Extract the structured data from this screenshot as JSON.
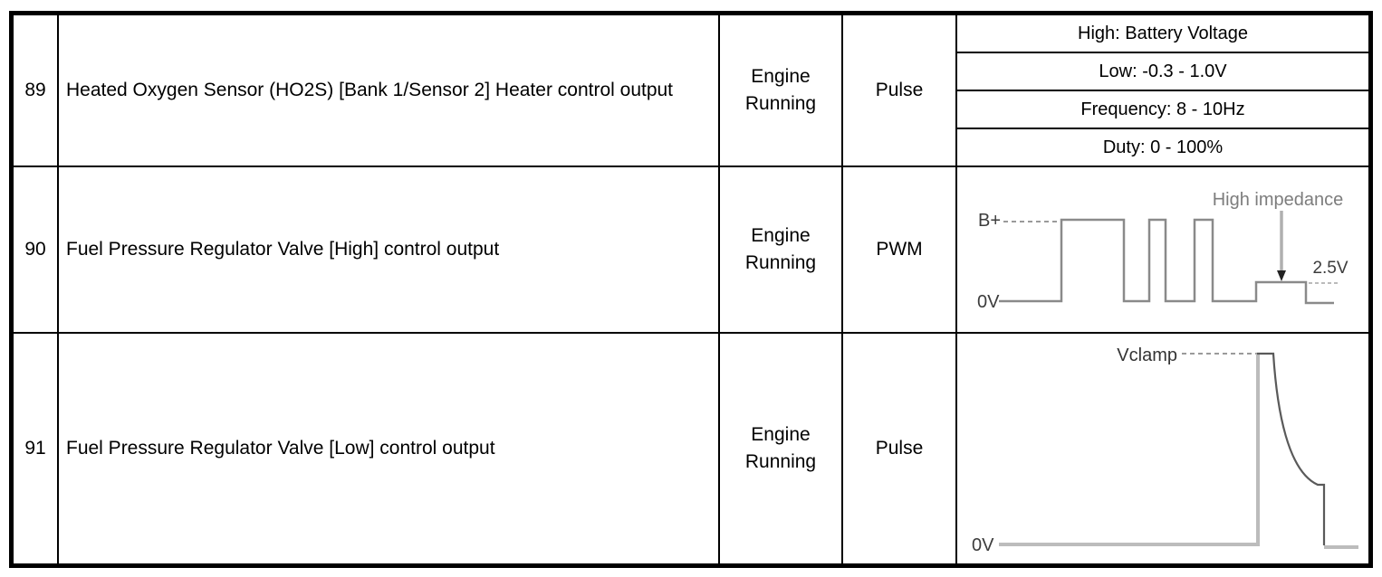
{
  "table": {
    "rows": [
      {
        "pin": "89",
        "description": "Heated Oxygen Sensor (HO2S) [Bank 1/Sensor 2] Heater control output",
        "condition": "Engine Running",
        "signal_type": "Pulse",
        "spec": [
          "High: Battery Voltage",
          "Low: -0.3 - 1.0V",
          "Frequency: 8 - 10Hz",
          "Duty: 0 - 100%"
        ]
      },
      {
        "pin": "90",
        "description": "Fuel Pressure Regulator Valve [High] control output",
        "condition": "Engine Running",
        "signal_type": "PWM",
        "waveform": {
          "type": "pwm-square-wave-with-high-impedance-step",
          "high_label": "B+",
          "low_label": "0V",
          "annotation": "High impedance",
          "step_label": "2.5V"
        }
      },
      {
        "pin": "91",
        "description": "Fuel Pressure Regulator Valve [Low] control output",
        "condition": "Engine Running",
        "signal_type": "Pulse",
        "waveform": {
          "type": "single-pulse-with-clamp-decay",
          "peak_label": "Vclamp",
          "low_label": "0V"
        }
      }
    ]
  },
  "colors": {
    "border": "#000000",
    "text": "#000000",
    "wave_light": "#bcbcbc",
    "wave_mid": "#8a8a8a",
    "wave_dark": "#5a5a5a",
    "dash_gray": "#9a9a9a",
    "annotation_gray": "#7d7d7d",
    "wave_label": "#3c3c3c"
  }
}
